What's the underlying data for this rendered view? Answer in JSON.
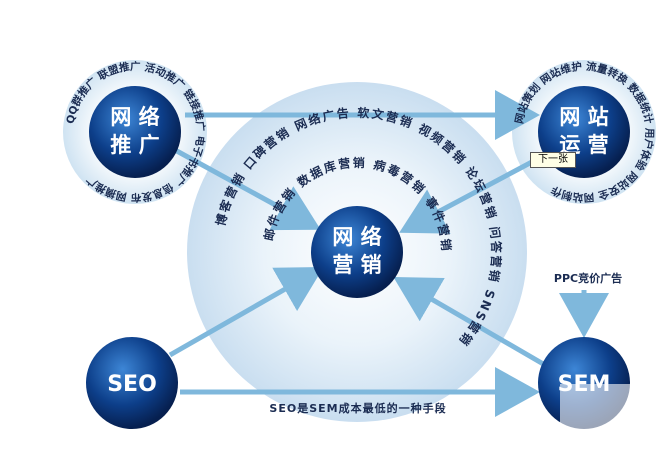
{
  "nodes": {
    "promotion": {
      "line1": "网 络",
      "line2": "推 广"
    },
    "operation": {
      "line1": "网 站",
      "line2": "运 营"
    },
    "marketing": {
      "line1": "网 络",
      "line2": "营 销"
    },
    "seo": {
      "label": "SEO"
    },
    "sem": {
      "label": "SEM"
    }
  },
  "promotion_ring": [
    "QQ群推广",
    "联盟推广",
    "活动推广",
    "链接推广",
    "电子书推广",
    "信息发布",
    "网摘推广"
  ],
  "operation_ring": [
    "网站策划",
    "网站维护",
    "流量转换",
    "数据统计",
    "用户体验",
    "网站安全",
    "网站制作"
  ],
  "marketing_ring": [
    "博客营销",
    "口碑营销",
    "网络广告",
    "软文营销",
    "视频营销",
    "论坛营销",
    "问答营销",
    "SNS营销"
  ],
  "marketing_inner": [
    "邮件营销",
    "数据库营销",
    "病毒营销",
    "事件营销"
  ],
  "ppc_label": "PPC竞价广告",
  "seo_sem_label": "SEO是SEM成本最低的一种手段",
  "tooltip": "下一张",
  "colors": {
    "node": "#0d3f8a",
    "glow": "#dbe9f4",
    "arrow": "#7fb8dc"
  }
}
